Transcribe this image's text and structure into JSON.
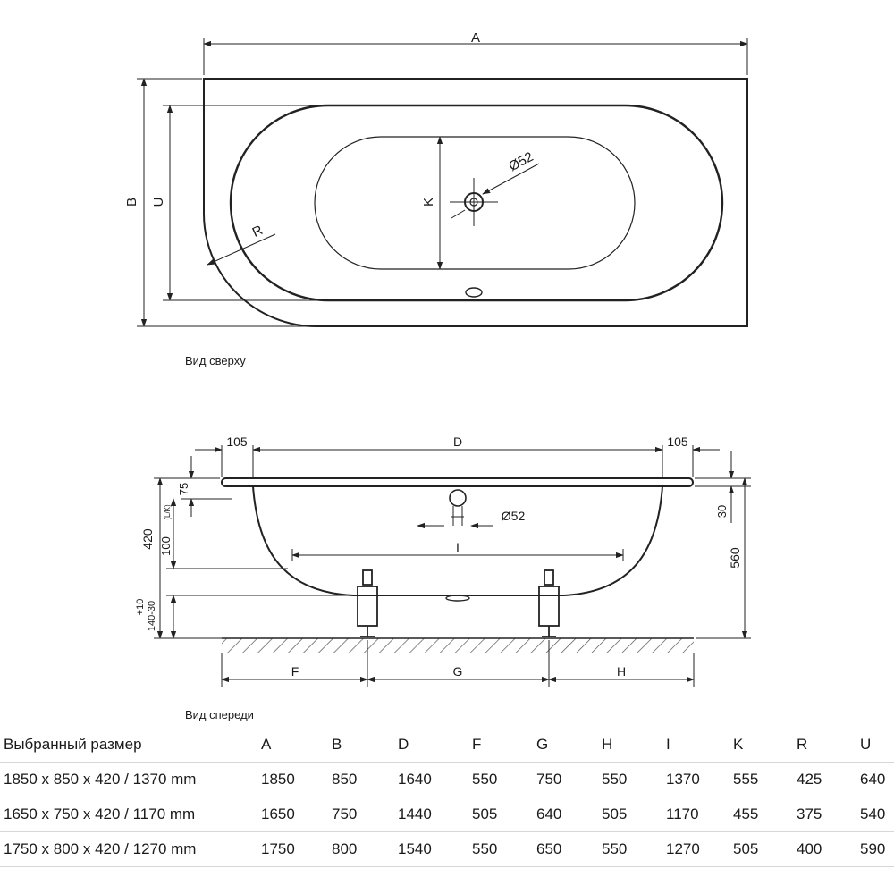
{
  "top_view": {
    "caption": "Вид сверху",
    "labels": {
      "A": "A",
      "B": "B",
      "U": "U",
      "K": "K",
      "R": "R",
      "drain": "Ø52"
    }
  },
  "front_view": {
    "caption": "Вид спереди",
    "labels": {
      "D": "D",
      "left_105": "105",
      "right_105": "105",
      "h75": "75",
      "h420": "420",
      "h100": "100",
      "h100_note": "(L/K)",
      "h_adj_top": "+10",
      "h_adj_bottom": "140-30",
      "h30": "30",
      "h560": "560",
      "I": "I",
      "drain": "Ø52",
      "F": "F",
      "G": "G",
      "H": "H"
    }
  },
  "table": {
    "headers": [
      "Выбранный размер",
      "A",
      "B",
      "D",
      "F",
      "G",
      "H",
      "I",
      "K",
      "R",
      "U"
    ],
    "rows": [
      [
        "1850 x 850 x 420 / 1370 mm",
        "1850",
        "850",
        "1640",
        "550",
        "750",
        "550",
        "1370",
        "555",
        "425",
        "640"
      ],
      [
        "1650 x 750 x 420 / 1170 mm",
        "1650",
        "750",
        "1440",
        "505",
        "640",
        "505",
        "1170",
        "455",
        "375",
        "540"
      ],
      [
        "1750 x 800 x 420 / 1270 mm",
        "1750",
        "800",
        "1540",
        "550",
        "650",
        "550",
        "1270",
        "505",
        "400",
        "590"
      ]
    ]
  }
}
